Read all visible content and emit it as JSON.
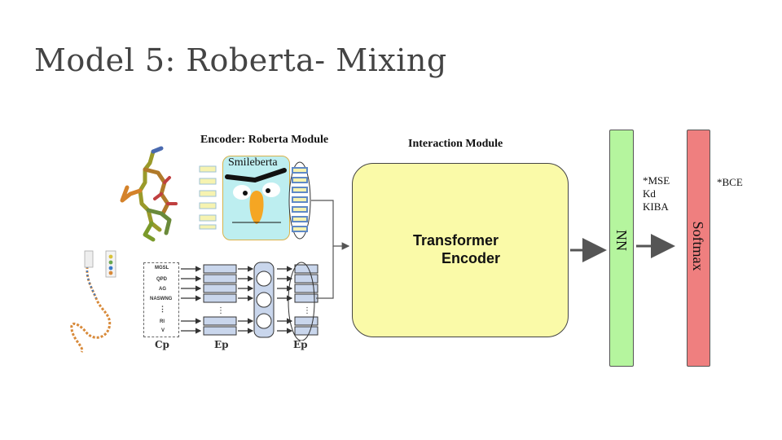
{
  "slide": {
    "title": "Model 5: Roberta- Mixing"
  },
  "encoder": {
    "header": "Encoder: Roberta Module",
    "smileberta_label": "Smileberta"
  },
  "protein_encoder": {
    "row_labels": [
      "MGSL",
      "QPD",
      "AG",
      "NASWNG",
      "⋮",
      "RI",
      "V"
    ],
    "bottom_labels": [
      "Cp",
      "Ep",
      "Ep"
    ]
  },
  "interaction": {
    "header": "Interaction Module",
    "transformer_line1": "Transformer",
    "transformer_line2": "Encoder"
  },
  "nn": {
    "label": "NN",
    "notes": [
      "*MSE",
      "Kd",
      "KIBA"
    ]
  },
  "softmax": {
    "label": "Softmax",
    "note": "*BCE"
  },
  "colors": {
    "transformer_fill": "#fafaa8",
    "nn_fill": "#b5f59e",
    "softmax_fill": "#ef7f7f",
    "smileberta_fill": "#bdeef0",
    "embedding_fill": "#f6f3b0",
    "embedding_stripe": "#5f89c6"
  }
}
